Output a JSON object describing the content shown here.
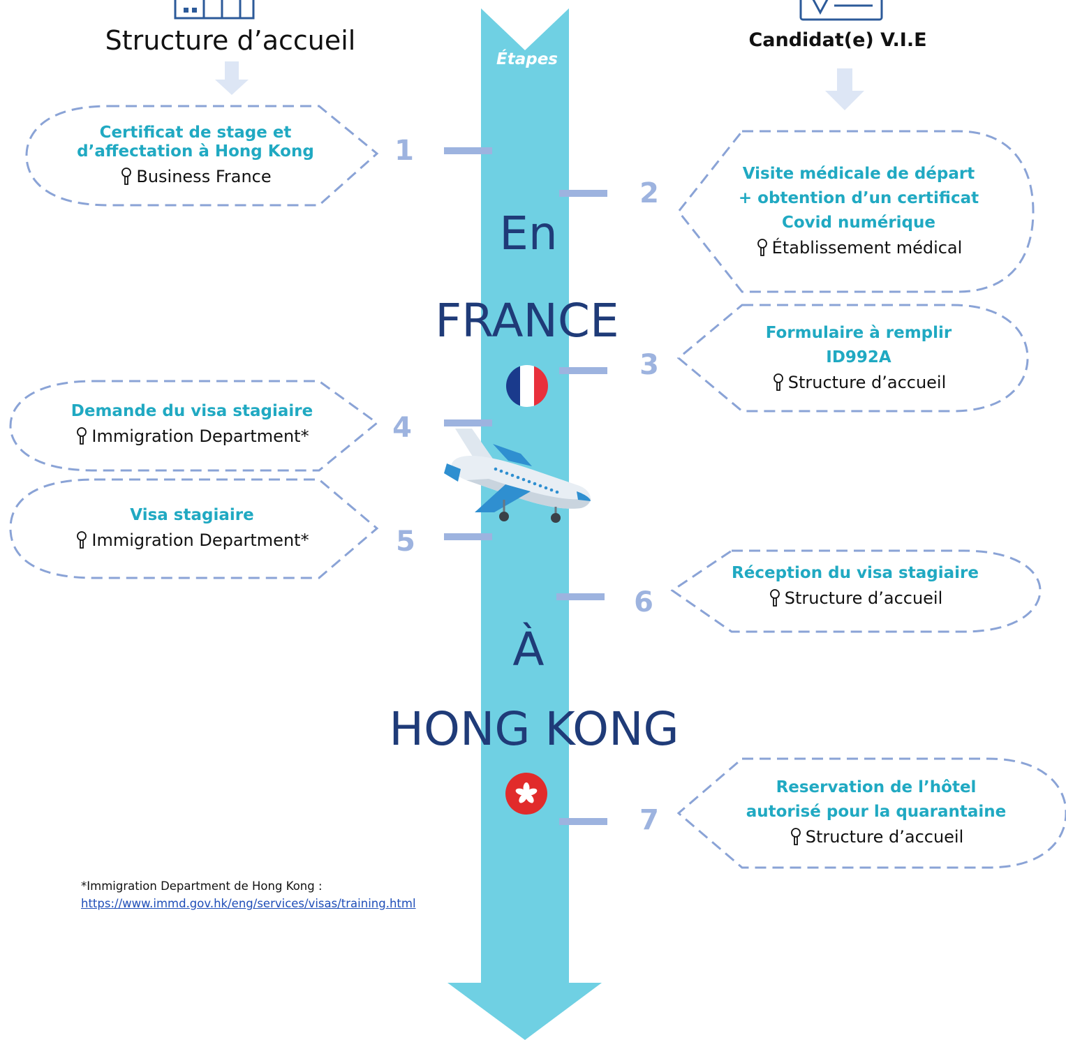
{
  "headers": {
    "left_title": "Structure d’accueil",
    "right_title": "Candidat(e) V.I.E",
    "timeline_label": "Étapes"
  },
  "regions": {
    "france_line1": "En",
    "france_line2": "FRANCE",
    "hk_line1": "À",
    "hk_line2": "HONG KONG"
  },
  "steps": [
    {
      "number": "1",
      "title_lines": [
        "Certificat de stage et",
        "d’affectation à Hong Kong"
      ],
      "responsible": "Business France"
    },
    {
      "number": "2",
      "title_lines": [
        "Visite médicale de départ",
        "+ obtention d’un certificat",
        "Covid numérique"
      ],
      "responsible": "Établissement médical"
    },
    {
      "number": "3",
      "title_lines": [
        "Formulaire à remplir",
        "ID992A"
      ],
      "responsible": "Structure d’accueil"
    },
    {
      "number": "4",
      "title_lines": [
        "Demande du visa stagiaire"
      ],
      "responsible": "Immigration Department*"
    },
    {
      "number": "5",
      "title_lines": [
        "Visa stagiaire"
      ],
      "responsible": "Immigration Department*"
    },
    {
      "number": "6",
      "title_lines": [
        "Réception du visa stagiaire"
      ],
      "responsible": "Structure d’accueil"
    },
    {
      "number": "7",
      "title_lines": [
        "Reservation de l’hôtel",
        "autorisé pour la quarantaine"
      ],
      "responsible": "Structure d’accueil"
    }
  ],
  "footnote": {
    "text": "*Immigration Department de Hong Kong :",
    "link": "https://www.immd.gov.hk/eng/services/visas/training.html"
  },
  "icons": {
    "building": "building-icon",
    "candidate": "suitcase-icon",
    "key": "key-icon",
    "flag_fr": "flag-france-icon",
    "flag_hk": "flag-hongkong-icon",
    "plane": "airplane-icon"
  },
  "colors": {
    "timeline": "#6fd0e3",
    "connector": "#9db3df",
    "box_title": "#20a9c2",
    "region_text": "#1f3b78",
    "dashed_border": "#8aa3d6"
  }
}
